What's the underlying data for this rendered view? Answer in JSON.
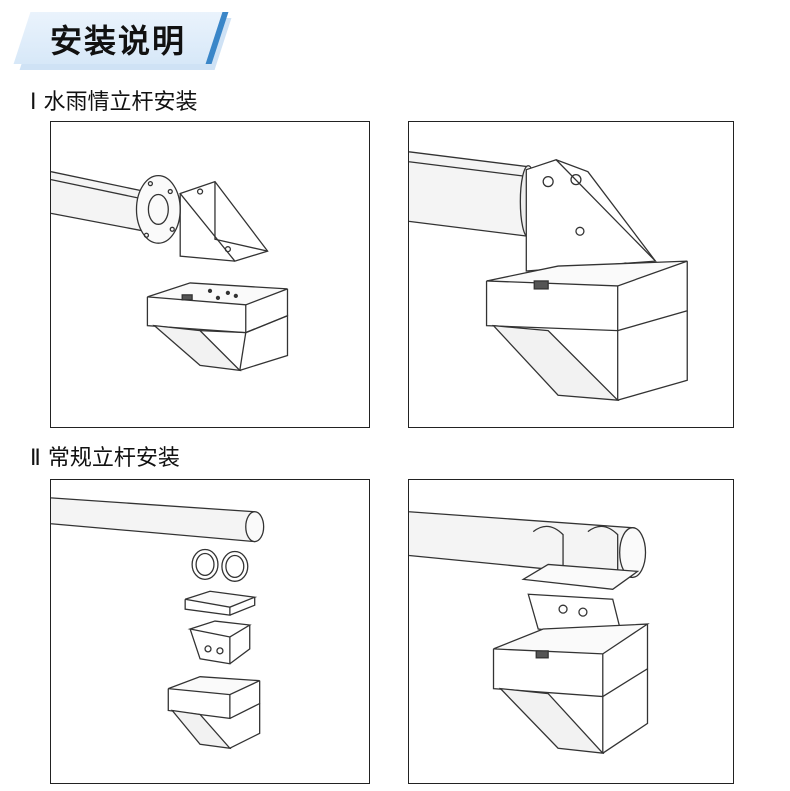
{
  "header": {
    "title": "安装说明"
  },
  "sections": [
    {
      "label": "Ⅰ 水雨情立杆安装"
    },
    {
      "label": "Ⅱ 常规立杆安装"
    }
  ],
  "colors": {
    "accent": "#3a86c8",
    "header_bg": "#d7e8f8",
    "line": "#333333"
  }
}
